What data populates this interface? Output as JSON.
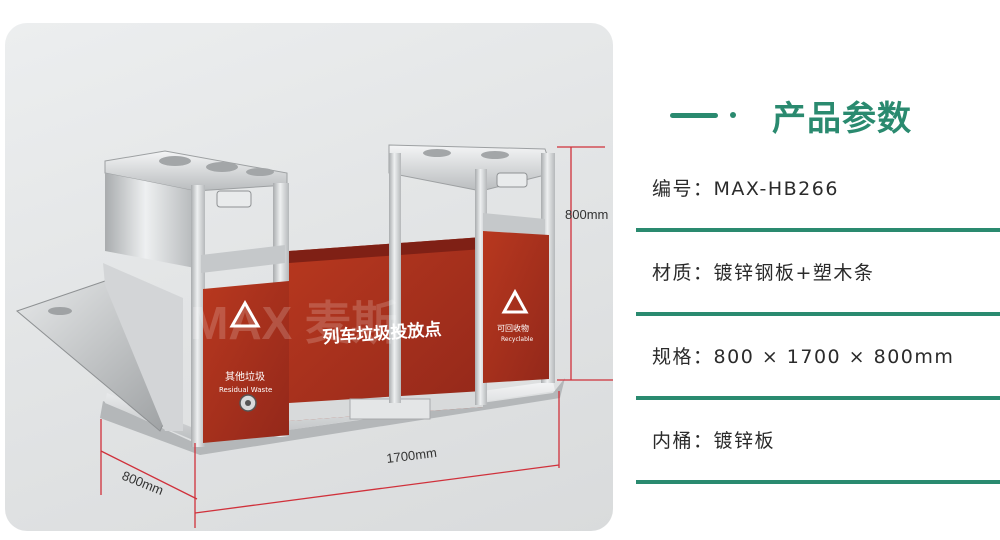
{
  "brand_watermark": "MAX 麦斯",
  "product": {
    "name_plate": "列车垃圾投放点",
    "left_bin_label": "其他垃圾",
    "left_bin_sub": "Residual Waste",
    "right_bin_label": "可回收物",
    "right_bin_sub": "Recyclable"
  },
  "dimensions": {
    "height": "800mm",
    "length": "1700mm",
    "depth": "800mm"
  },
  "specs": {
    "title": "产品参数",
    "rows": [
      {
        "label": "编号：",
        "value": "MAX-HB266"
      },
      {
        "label": "材质：",
        "value": "镀锌钢板+塑木条"
      },
      {
        "label": "规格：",
        "value": "800 × 1700 × 800mm"
      },
      {
        "label": "内桶：",
        "value": "镀锌板"
      }
    ]
  },
  "colors": {
    "accent": "#2a8a6f",
    "panel_red": "#a8301f",
    "steel": "#c9cbcd",
    "dimension_line": "#d0313b"
  }
}
